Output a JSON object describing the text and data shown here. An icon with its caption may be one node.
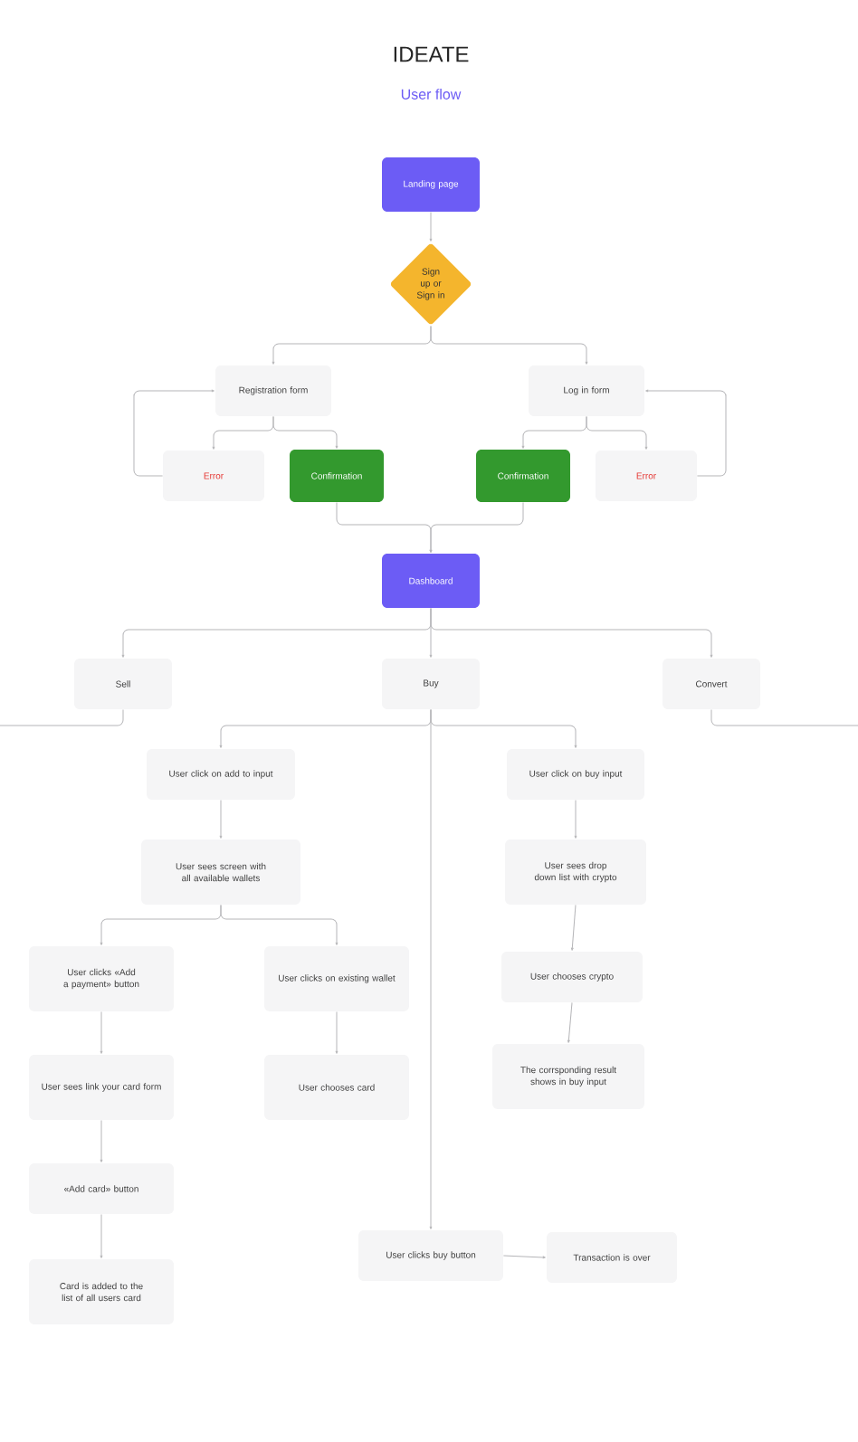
{
  "diagram": {
    "title": "IDEATE",
    "nodes": [
      {
        "text": [
          "Landing page"
        ]
      },
      {
        "text": [
          "Sign up or Sign in"
        ]
      },
      {
        "text": [
          "Registration form"
        ]
      },
      {
        "text": [
          "Log in form"
        ]
      },
      {
        "text": [
          "Error"
        ]
      },
      {
        "text": [
          "Confirmation"
        ]
      },
      {
        "text": [
          "Confirmation"
        ]
      },
      {
        "text": [
          "Error"
        ]
      },
      {
        "text": [
          "Dashboard"
        ]
      },
      {
        "text": [
          "Sell"
        ]
      },
      {
        "text": [
          "Buy"
        ]
      },
      {
        "text": [
          "Convert"
        ]
      },
      {
        "text": [
          "User click on add to input"
        ]
      },
      {
        "text": [
          "User click on buy input"
        ]
      },
      {
        "text": [
          "User sees screen with all available wallets"
        ]
      },
      {
        "text": [
          "User sees drop down list with crypto"
        ]
      },
      {
        "text": [
          "User clicks «Add a payment» button"
        ]
      },
      {
        "text": [
          "User clicks on existing wallet"
        ]
      },
      {
        "text": [
          "User chooses crypto"
        ]
      },
      {
        "text": [
          "User sees link your card form"
        ]
      },
      {
        "text": [
          "User chooses card"
        ]
      },
      {
        "text": [
          "The corrsponding result shows in buy input"
        ]
      },
      {
        "text": [
          "«Add card» button"
        ]
      },
      {
        "text": [
          "Card is added to the list of all users card"
        ]
      },
      {
        "text": [
          "User clicks buy button"
        ]
      },
      {
        "text": [
          "Transaction is over"
        ]
      }
    ],
    "edges": [
      {
        "from": 0,
        "to": 1,
        "arrow": "to"
      },
      {
        "from": 1,
        "to": 2,
        "arrow": "to"
      },
      {
        "from": 1,
        "to": 3,
        "arrow": "to"
      },
      {
        "from": 2,
        "to": 4,
        "arrow": "to"
      },
      {
        "from": 2,
        "to": 5,
        "arrow": "to"
      },
      {
        "from": 3,
        "to": 6,
        "arrow": "to"
      },
      {
        "from": 3,
        "to": 7,
        "arrow": "to"
      },
      {
        "from": 4,
        "to": 2,
        "arrow": "to"
      },
      {
        "from": 7,
        "to": 3,
        "arrow": "to"
      },
      {
        "from": 5,
        "to": 8,
        "arrow": "to"
      },
      {
        "from": 6,
        "to": 8,
        "arrow": "to"
      },
      {
        "from": 8,
        "to": 9,
        "arrow": "to"
      },
      {
        "from": 8,
        "to": 10,
        "arrow": "to"
      },
      {
        "from": 8,
        "to": 11,
        "arrow": "to"
      },
      {
        "from": 9,
        "to": null,
        "arrow": "none"
      },
      {
        "from": 11,
        "to": null,
        "arrow": "none"
      },
      {
        "from": 10,
        "to": 12,
        "arrow": "to"
      },
      {
        "from": 10,
        "to": 13,
        "arrow": "to"
      },
      {
        "from": 10,
        "to": 24,
        "arrow": "to"
      },
      {
        "from": 12,
        "to": 14,
        "arrow": "to"
      },
      {
        "from": 13,
        "to": 15,
        "arrow": "to"
      },
      {
        "from": 14,
        "to": 16,
        "arrow": "to"
      },
      {
        "from": 14,
        "to": 17,
        "arrow": "to"
      },
      {
        "from": 16,
        "to": 19,
        "arrow": "to"
      },
      {
        "from": 17,
        "to": 20,
        "arrow": "to"
      },
      {
        "from": 15,
        "to": 18,
        "arrow": "to"
      },
      {
        "from": 18,
        "to": 21,
        "arrow": "to"
      },
      {
        "from": 19,
        "to": 22,
        "arrow": "to"
      },
      {
        "from": 22,
        "to": 23,
        "arrow": "to"
      },
      {
        "from": 24,
        "to": 25,
        "arrow": "to"
      }
    ],
    "labels": [
      "User flow"
    ]
  }
}
